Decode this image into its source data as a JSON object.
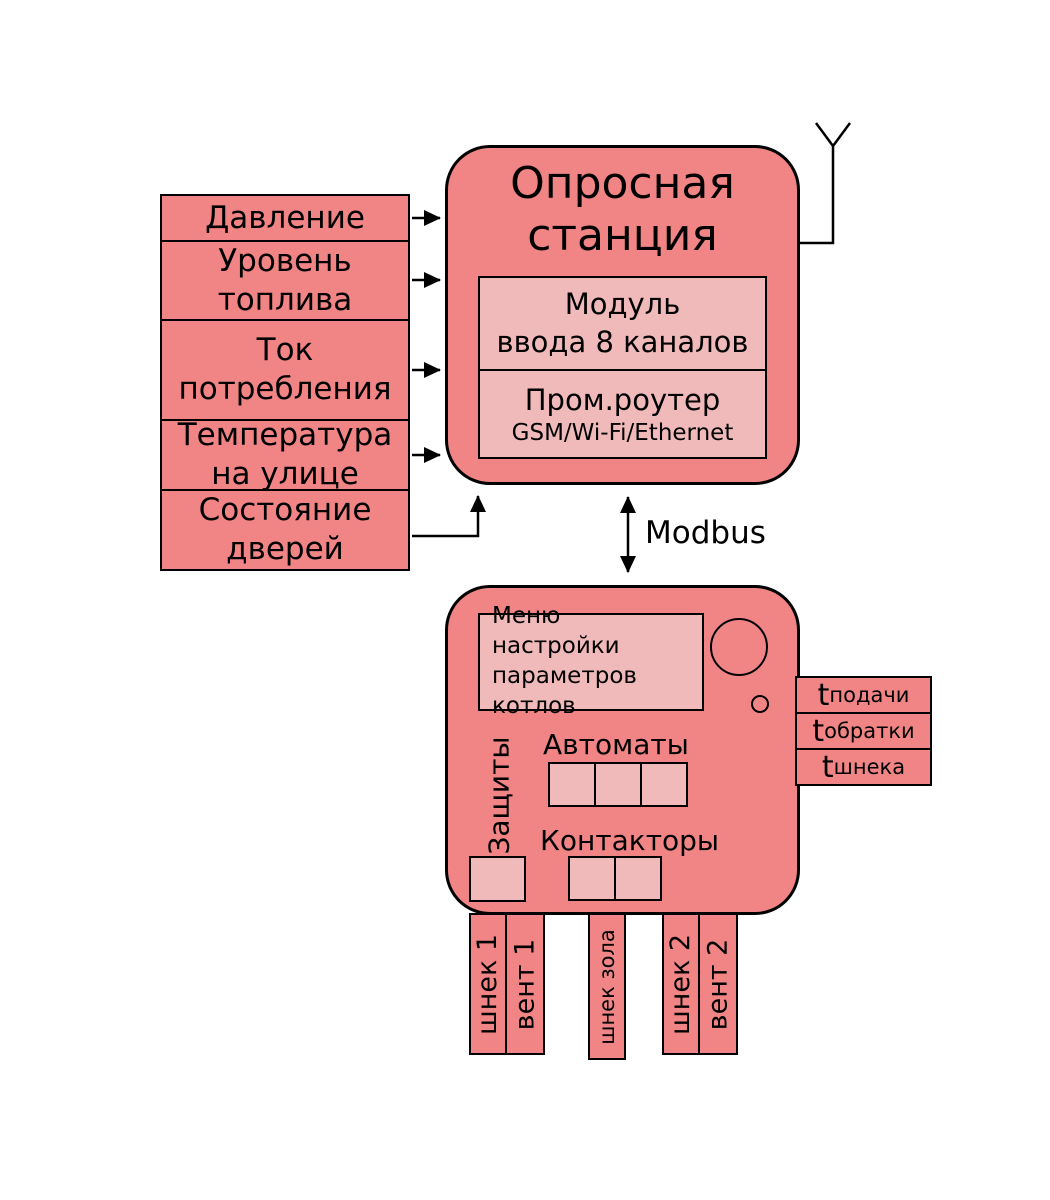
{
  "colors": {
    "box_fill": "#f18585",
    "inner_fill": "#f1baba",
    "border": "#000000",
    "background": "#ffffff"
  },
  "inputs": [
    "Давление",
    "Уровень\nтоплива",
    "Ток\nпотребления",
    "Температура\nна улице",
    "Состояние\nдверей"
  ],
  "station": {
    "title": "Опросная\nстанция",
    "module_label": "Модуль\nввода 8 каналов",
    "router_label": "Пром.роутер",
    "router_sub": "GSM/Wi-Fi/Ethernet"
  },
  "bus": {
    "label": "Modbus"
  },
  "controller": {
    "menu_label": "Меню настройки\nпараметров\nкотлов",
    "protections_label": "Защиты",
    "breakers_label": "Автоматы",
    "contactors_label": "Контакторы",
    "breaker_count": 3,
    "contactor_count": 2
  },
  "temps": [
    {
      "prefix": "t",
      "name": "подачи"
    },
    {
      "prefix": "t",
      "name": "обратки"
    },
    {
      "prefix": "t",
      "name": "шнека"
    }
  ],
  "outputs": [
    "шнек 1",
    "вент 1",
    "шнек зола",
    "шнек 2",
    "вент 2"
  ]
}
